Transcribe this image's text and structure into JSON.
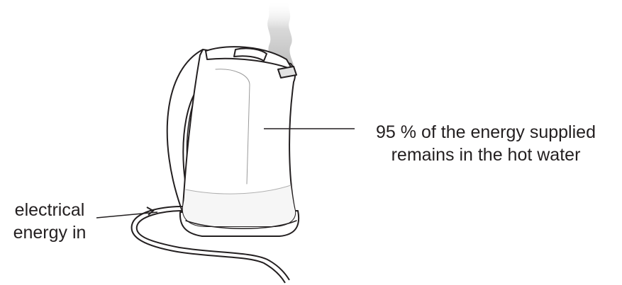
{
  "labels": {
    "water_note": {
      "line1": "95 % of the energy supplied",
      "line2": "remains in the hot water"
    },
    "input_note": {
      "line1": "electrical",
      "line2": "energy in"
    }
  },
  "icons": {
    "appliance": "kettle-icon",
    "steam": "steam-icon",
    "cable": "power-cord-icon"
  },
  "colors": {
    "ink": "#231f20",
    "steam": "#c8c8c8",
    "water_fill": "#f6f6f6"
  }
}
